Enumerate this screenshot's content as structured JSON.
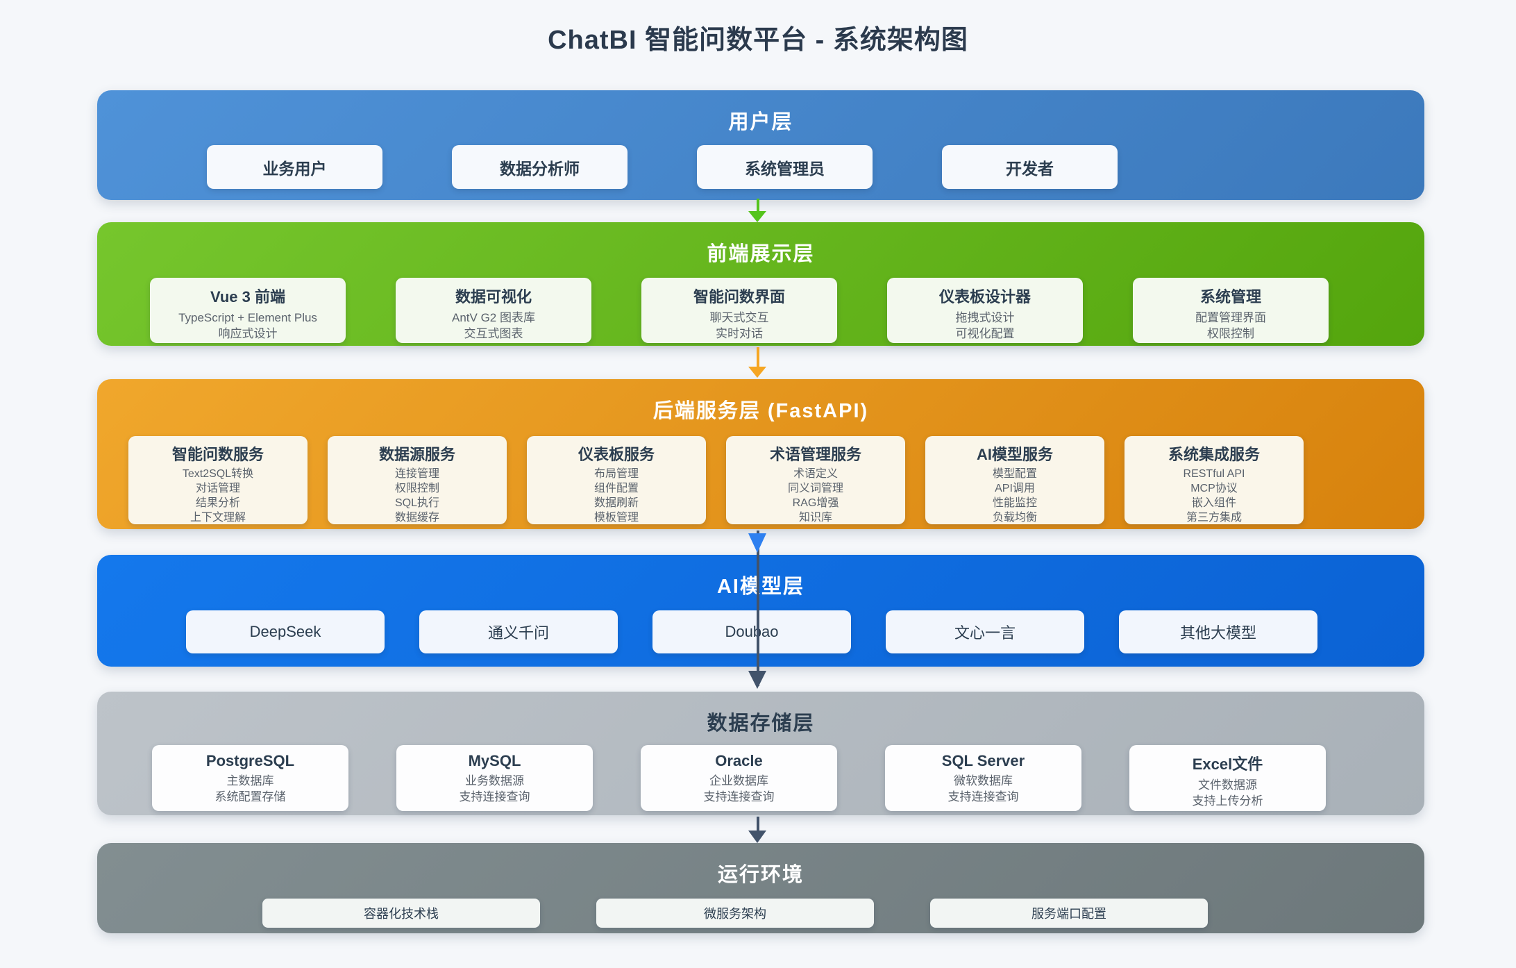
{
  "page": {
    "title": "ChatBI 智能问数平台 - 系统架构图"
  },
  "colors": {
    "background": "#f5f7fa",
    "title_text": "#2b3a4d",
    "layer_user": "#4285cc",
    "layer_frontend": "#63b81c",
    "layer_backend": "#e2941c",
    "layer_ai": "#0f6ee0",
    "layer_storage": "#b3bac1",
    "layer_runtime": "#7a8689",
    "arrow_green": "#55c41d",
    "arrow_orange": "#f6a623",
    "arrow_dark": "#42536b",
    "arrow_blue_head": "#2e80f0"
  },
  "arrows": [
    {
      "name": "users-to-frontend"
    },
    {
      "name": "frontend-to-backend"
    },
    {
      "name": "backend-to-ai"
    },
    {
      "name": "backend-to-storage"
    },
    {
      "name": "storage-to-runtime"
    }
  ],
  "layers": [
    {
      "title": "用户层",
      "boxes": [
        {
          "title": "业务用户"
        },
        {
          "title": "数据分析师"
        },
        {
          "title": "系统管理员"
        },
        {
          "title": "开发者"
        }
      ]
    },
    {
      "title": "前端展示层",
      "boxes": [
        {
          "title": "Vue 3 前端",
          "lines": [
            "TypeScript + Element Plus",
            "响应式设计"
          ]
        },
        {
          "title": "数据可视化",
          "lines": [
            "AntV G2 图表库",
            "交互式图表"
          ]
        },
        {
          "title": "智能问数界面",
          "lines": [
            "聊天式交互",
            "实时对话"
          ]
        },
        {
          "title": "仪表板设计器",
          "lines": [
            "拖拽式设计",
            "可视化配置"
          ]
        },
        {
          "title": "系统管理",
          "lines": [
            "配置管理界面",
            "权限控制"
          ]
        }
      ]
    },
    {
      "title": "后端服务层 (FastAPI)",
      "boxes": [
        {
          "title": "智能问数服务",
          "lines": [
            "Text2SQL转换",
            "对话管理",
            "结果分析",
            "上下文理解"
          ]
        },
        {
          "title": "数据源服务",
          "lines": [
            "连接管理",
            "权限控制",
            "SQL执行",
            "数据缓存"
          ]
        },
        {
          "title": "仪表板服务",
          "lines": [
            "布局管理",
            "组件配置",
            "数据刷新",
            "模板管理"
          ]
        },
        {
          "title": "术语管理服务",
          "lines": [
            "术语定义",
            "同义词管理",
            "RAG增强",
            "知识库"
          ]
        },
        {
          "title": "AI模型服务",
          "lines": [
            "模型配置",
            "API调用",
            "性能监控",
            "负载均衡"
          ]
        },
        {
          "title": "系统集成服务",
          "lines": [
            "RESTful API",
            "MCP协议",
            "嵌入组件",
            "第三方集成"
          ]
        }
      ]
    },
    {
      "title": "AI模型层",
      "boxes": [
        {
          "title": "DeepSeek"
        },
        {
          "title": "通义千问"
        },
        {
          "title": "Doubao"
        },
        {
          "title": "文心一言"
        },
        {
          "title": "其他大模型"
        }
      ]
    },
    {
      "title": "数据存储层",
      "boxes": [
        {
          "title": "PostgreSQL",
          "lines": [
            "主数据库",
            "系统配置存储"
          ]
        },
        {
          "title": "MySQL",
          "lines": [
            "业务数据源",
            "支持连接查询"
          ]
        },
        {
          "title": "Oracle",
          "lines": [
            "企业数据库",
            "支持连接查询"
          ]
        },
        {
          "title": "SQL Server",
          "lines": [
            "微软数据库",
            "支持连接查询"
          ]
        },
        {
          "title": "Excel文件",
          "lines": [
            "文件数据源",
            "支持上传分析"
          ]
        }
      ]
    },
    {
      "title": "运行环境",
      "boxes": [
        {
          "title": "容器化技术栈"
        },
        {
          "title": "微服务架构"
        },
        {
          "title": "服务端口配置"
        }
      ]
    }
  ]
}
